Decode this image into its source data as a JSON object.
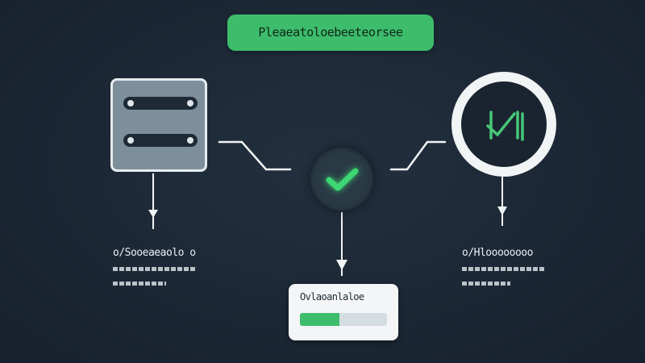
{
  "header": {
    "title": "Pleaeatoloebeeteorsee"
  },
  "left_node": {
    "label": "o/Sooeaeaolo o",
    "sublabel": ""
  },
  "right_node": {
    "label": "o/Hloooooooo",
    "sublabel": ""
  },
  "status": {
    "title": "Ovlaoanlaloe",
    "progress": 0.45
  },
  "colors": {
    "background": "#1b2633",
    "accent": "#3dbd6b",
    "card": "#f3f5f6",
    "server": "#7e8f9c"
  },
  "icons": {
    "left": "server-icon",
    "center": "check-icon",
    "right": "check-mark-ring-icon"
  }
}
